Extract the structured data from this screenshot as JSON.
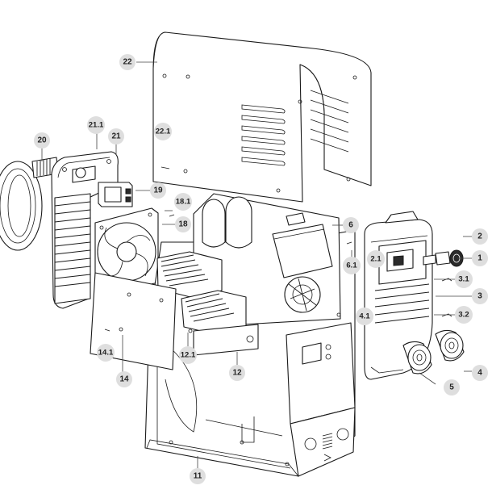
{
  "diagram": {
    "callouts": [
      {
        "id": "22",
        "label": "22"
      },
      {
        "id": "22.1",
        "label": "22.1"
      },
      {
        "id": "21.1",
        "label": "21.1"
      },
      {
        "id": "21",
        "label": "21"
      },
      {
        "id": "20",
        "label": "20"
      },
      {
        "id": "19",
        "label": "19"
      },
      {
        "id": "18.1",
        "label": "18.1"
      },
      {
        "id": "18",
        "label": "18"
      },
      {
        "id": "6",
        "label": "6"
      },
      {
        "id": "6.1",
        "label": "6.1"
      },
      {
        "id": "2",
        "label": "2"
      },
      {
        "id": "2.1",
        "label": "2.1"
      },
      {
        "id": "1",
        "label": "1"
      },
      {
        "id": "3.1",
        "label": "3.1"
      },
      {
        "id": "3",
        "label": "3"
      },
      {
        "id": "3.2",
        "label": "3.2"
      },
      {
        "id": "4.1",
        "label": "4.1"
      },
      {
        "id": "4",
        "label": "4"
      },
      {
        "id": "5",
        "label": "5"
      },
      {
        "id": "14.1",
        "label": "14.1"
      },
      {
        "id": "14",
        "label": "14"
      },
      {
        "id": "12.1",
        "label": "12.1"
      },
      {
        "id": "12",
        "label": "12"
      },
      {
        "id": "11",
        "label": "11"
      }
    ],
    "colors": {
      "badge": "#dedede",
      "line": "#1a1a1a",
      "background": "#ffffff"
    }
  }
}
